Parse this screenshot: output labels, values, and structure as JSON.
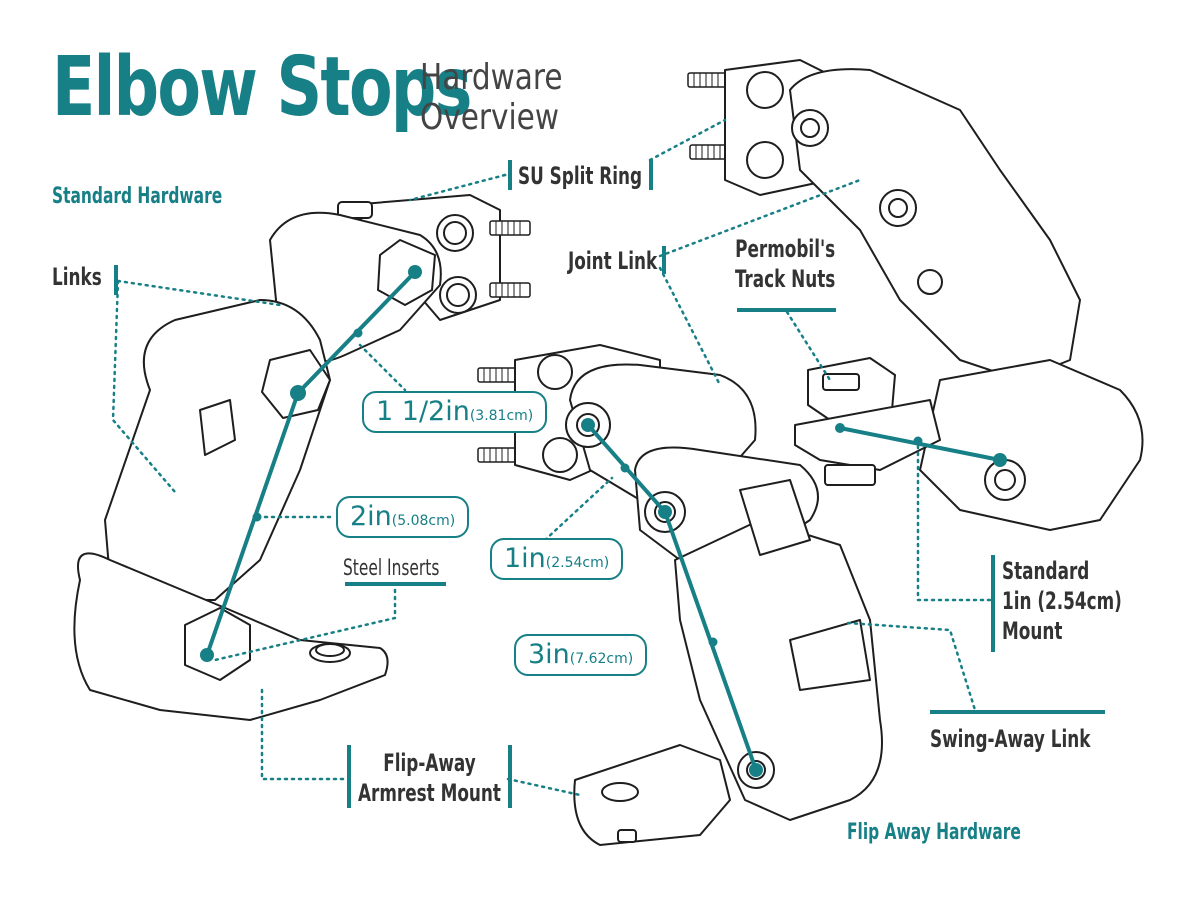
{
  "title": {
    "main": "Elbow Stops",
    "sub_line1": "Hardware",
    "sub_line2": "Overview"
  },
  "sections": {
    "standard": "Standard Hardware",
    "flip": "Flip Away Hardware"
  },
  "callouts": {
    "su_split_ring": "SU Split Ring",
    "links": "Links",
    "joint_link": "Joint Link",
    "permobil_line1": "Permobil's",
    "permobil_line2": "Track Nuts",
    "steel_inserts": "Steel Inserts",
    "flip_away_line1": "Flip-Away",
    "flip_away_line2": "Armrest Mount",
    "standard_mount_line1": "Standard",
    "standard_mount_line2": "1in (2.54cm)",
    "standard_mount_line3": "Mount",
    "swing_away": "Swing-Away Link"
  },
  "measurements": [
    {
      "value": "1 1/2in",
      "metric": "(3.81cm)"
    },
    {
      "value": "2in",
      "metric": "(5.08cm)"
    },
    {
      "value": "1in",
      "metric": "(2.54cm)"
    },
    {
      "value": "3in",
      "metric": "(7.62cm)"
    }
  ],
  "colors": {
    "accent": "#177f86",
    "text": "#333333",
    "outline": "#1e1e1e"
  }
}
